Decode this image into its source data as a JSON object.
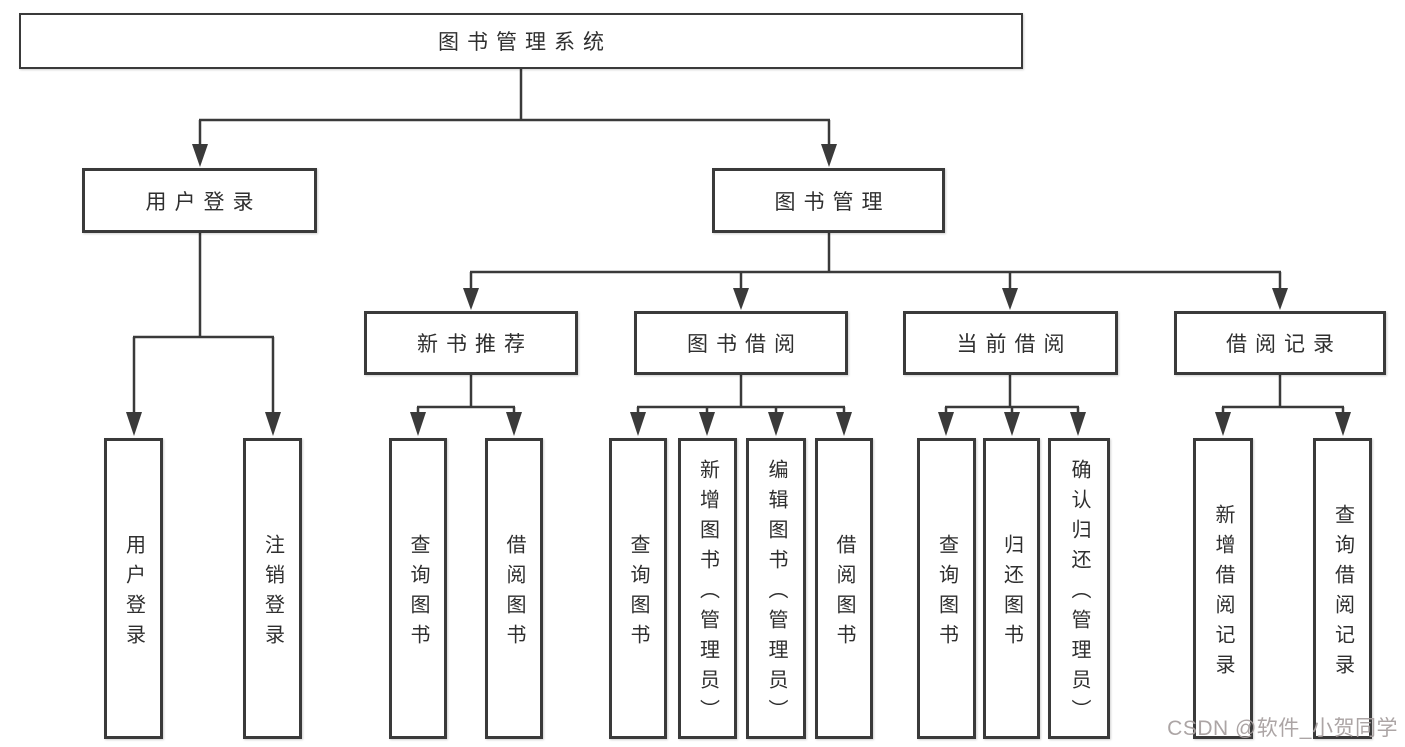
{
  "colors": {
    "line": "#3a3a3a",
    "box_border": "#3a3a3a",
    "text": "#2f2f2f",
    "background": "#ffffff",
    "watermark": "#a8a0a0"
  },
  "watermark": {
    "text": "CSDN @软件_小贺同学"
  },
  "tree": {
    "label": "图书管理系统",
    "children": [
      {
        "label": "用户登录",
        "children": [
          {
            "label": "用户登录"
          },
          {
            "label": "注销登录"
          }
        ]
      },
      {
        "label": "图书管理",
        "children": [
          {
            "label": "新书推荐",
            "children": [
              {
                "label": "查询图书"
              },
              {
                "label": "借阅图书"
              }
            ]
          },
          {
            "label": "图书借阅",
            "children": [
              {
                "label": "查询图书"
              },
              {
                "label": "新增图书（管理员）"
              },
              {
                "label": "编辑图书（管理员）"
              },
              {
                "label": "借阅图书"
              }
            ]
          },
          {
            "label": "当前借阅",
            "children": [
              {
                "label": "查询图书"
              },
              {
                "label": "归还图书"
              },
              {
                "label": "确认归还（管理员）"
              }
            ]
          },
          {
            "label": "借阅记录",
            "children": [
              {
                "label": "新增借阅记录"
              },
              {
                "label": "查询借阅记录"
              }
            ]
          }
        ]
      }
    ]
  }
}
